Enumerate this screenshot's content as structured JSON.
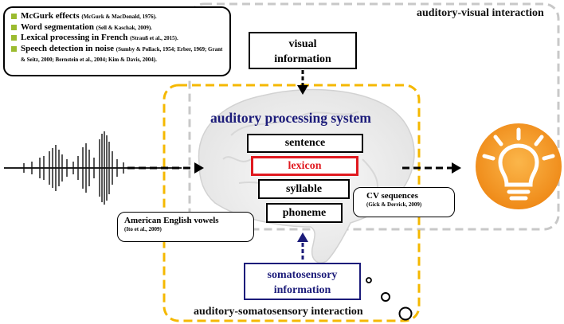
{
  "refs": [
    {
      "title": "McGurk effects",
      "cite": "(McGurk & MacDonald, 1976)."
    },
    {
      "title": "Word segmentation",
      "cite": "(Sell & Kaschak, 2009)."
    },
    {
      "title": "Lexical processing in French",
      "cite": "(Strauß et al., 2015)."
    },
    {
      "title": "Speech detection in noise",
      "cite": "(Sumby & Pollack, 1954; Erber, 1969; Grant & Seitz, 2000; Bernstein et al., 2004; Kim & Davis, 2004)."
    }
  ],
  "labels": {
    "av_interaction": "auditory-visual interaction",
    "as_interaction": "auditory-somatosensory interaction",
    "processing_system": "auditory processing system",
    "visual_l1": "visual",
    "visual_l2": "information",
    "somato_l1": "somatosensory",
    "somato_l2": "information"
  },
  "levels": {
    "sentence": "sentence",
    "lexicon": "lexicon",
    "syllable": "syllable",
    "phoneme": "phoneme"
  },
  "callouts": {
    "cv_title": "CV sequences",
    "cv_cite": "(Gick & Derrick, 2009)",
    "vowels_title": "American English vowels",
    "vowels_cite": "(Ito et al., 2009)"
  },
  "colors": {
    "dashed_gray": "#c8c8c8",
    "dashed_orange": "#f5b800",
    "navy": "#1c1c7a",
    "lexicon_red": "#e0191f",
    "bulb_orange": "#f39a28",
    "bullet_green": "#9bbb2f"
  }
}
